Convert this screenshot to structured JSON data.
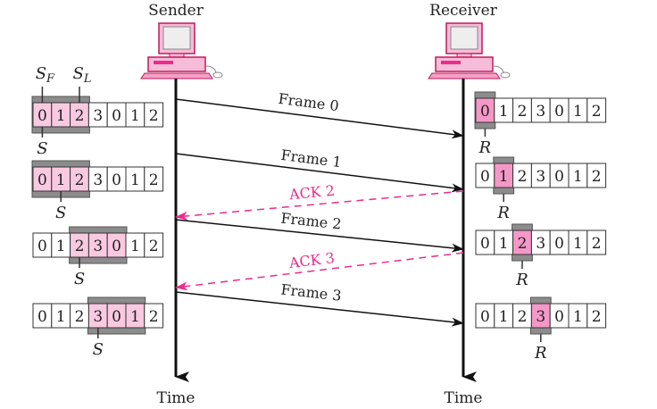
{
  "sender": {
    "label": "Sender",
    "time_label": "Time"
  },
  "receiver": {
    "label": "Receiver",
    "time_label": "Time"
  },
  "sequence": [
    "0",
    "1",
    "2",
    "3",
    "0",
    "1",
    "2"
  ],
  "pointer_labels": {
    "sf": "S",
    "sf_sub": "F",
    "sl": "S",
    "sl_sub": "L",
    "s": "S",
    "r": "R"
  },
  "sender_windows": [
    {
      "start": 0,
      "size": 3,
      "s_index": 0,
      "show_sf_sl": true
    },
    {
      "start": 0,
      "size": 3,
      "s_index": 1,
      "show_sf_sl": false
    },
    {
      "start": 2,
      "size": 3,
      "s_index": 2,
      "show_sf_sl": false
    },
    {
      "start": 3,
      "size": 3,
      "s_index": 3,
      "show_sf_sl": false
    }
  ],
  "receiver_windows": [
    {
      "r_index": 0
    },
    {
      "r_index": 1
    },
    {
      "r_index": 2
    },
    {
      "r_index": 3
    }
  ],
  "messages": [
    {
      "label": "Frame 0",
      "type": "frame",
      "direction": "sender-to-receiver"
    },
    {
      "label": "Frame 1",
      "type": "frame",
      "direction": "sender-to-receiver"
    },
    {
      "label": "ACK 2",
      "type": "ack",
      "direction": "receiver-to-sender"
    },
    {
      "label": "Frame 2",
      "type": "frame",
      "direction": "sender-to-receiver"
    },
    {
      "label": "ACK 3",
      "type": "ack",
      "direction": "receiver-to-sender"
    },
    {
      "label": "Frame 3",
      "type": "frame",
      "direction": "sender-to-receiver"
    }
  ],
  "colors": {
    "sender_window_fill": "#f9c9e1",
    "receiver_window_fill": "#f598c8",
    "window_frame": "#8c8c8c",
    "ack": "#ee2a8c",
    "frame": "#111111",
    "computer_pink": "#f6bcd8"
  },
  "icons": {
    "sender_computer": "desktop-computer-icon",
    "receiver_computer": "desktop-computer-icon"
  }
}
